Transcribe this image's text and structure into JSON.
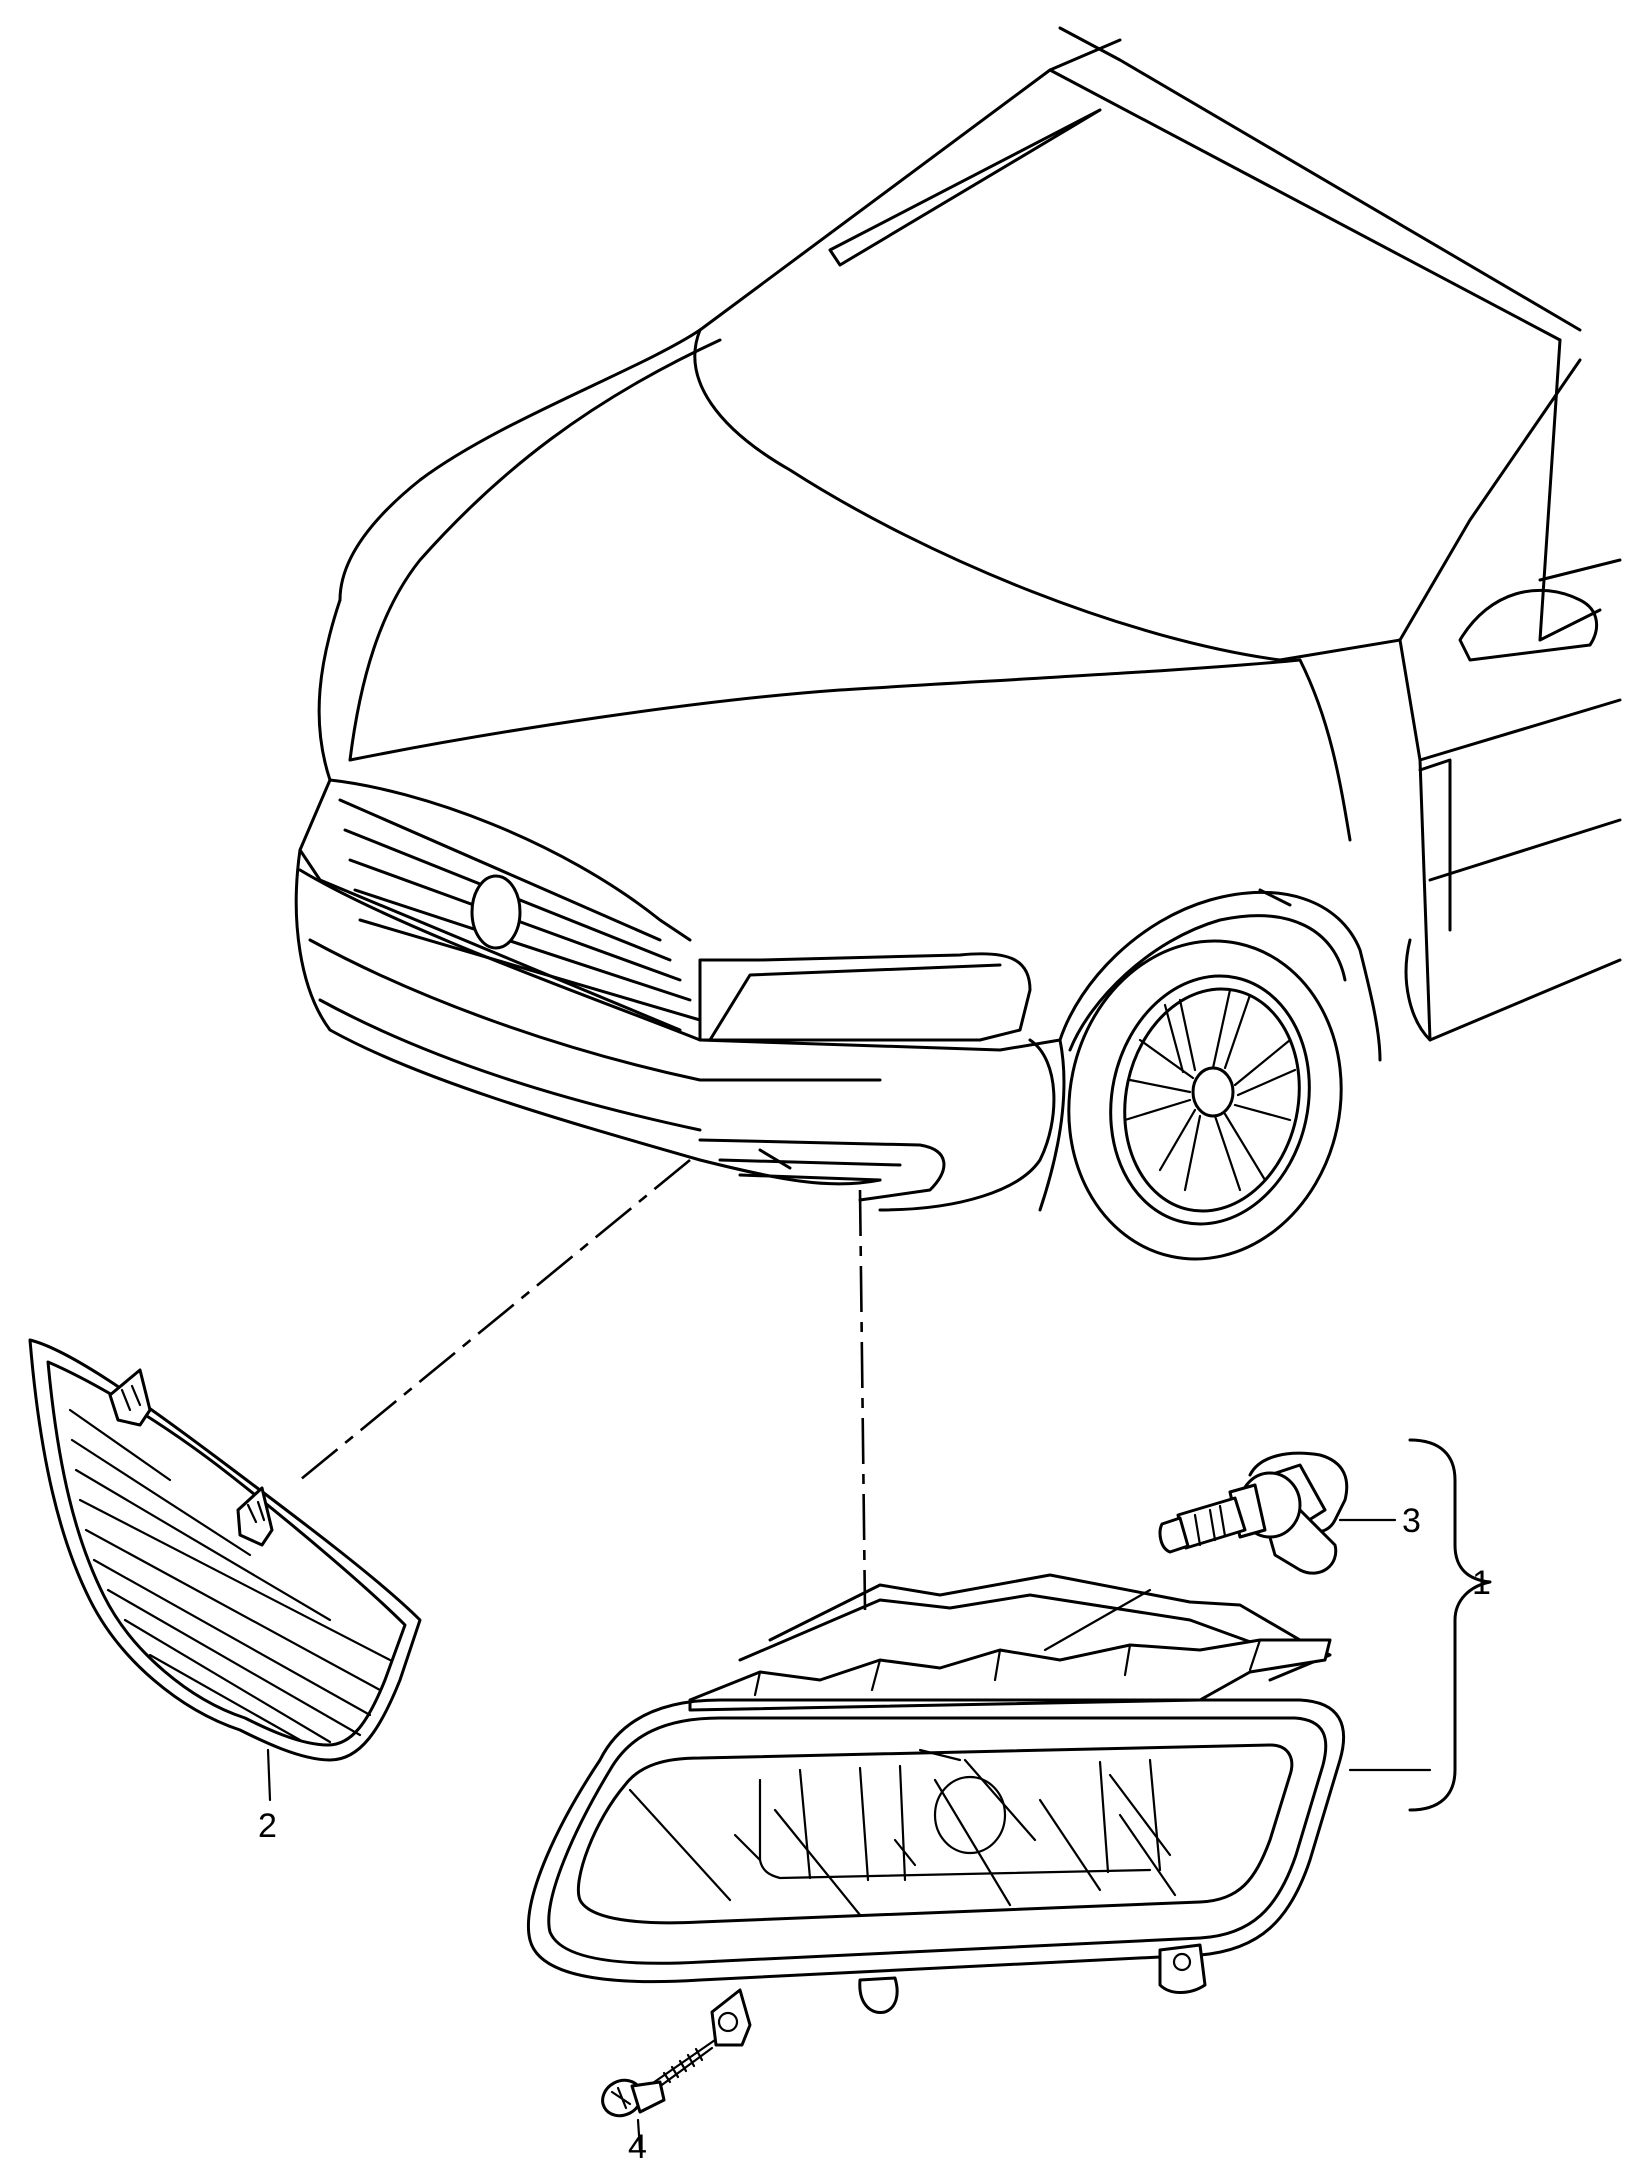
{
  "diagram": {
    "callouts": [
      {
        "id": "fog-light-assembly",
        "label": "1"
      },
      {
        "id": "grille-insert",
        "label": "2"
      },
      {
        "id": "bulb",
        "label": "3"
      },
      {
        "id": "screw",
        "label": "4"
      }
    ]
  }
}
